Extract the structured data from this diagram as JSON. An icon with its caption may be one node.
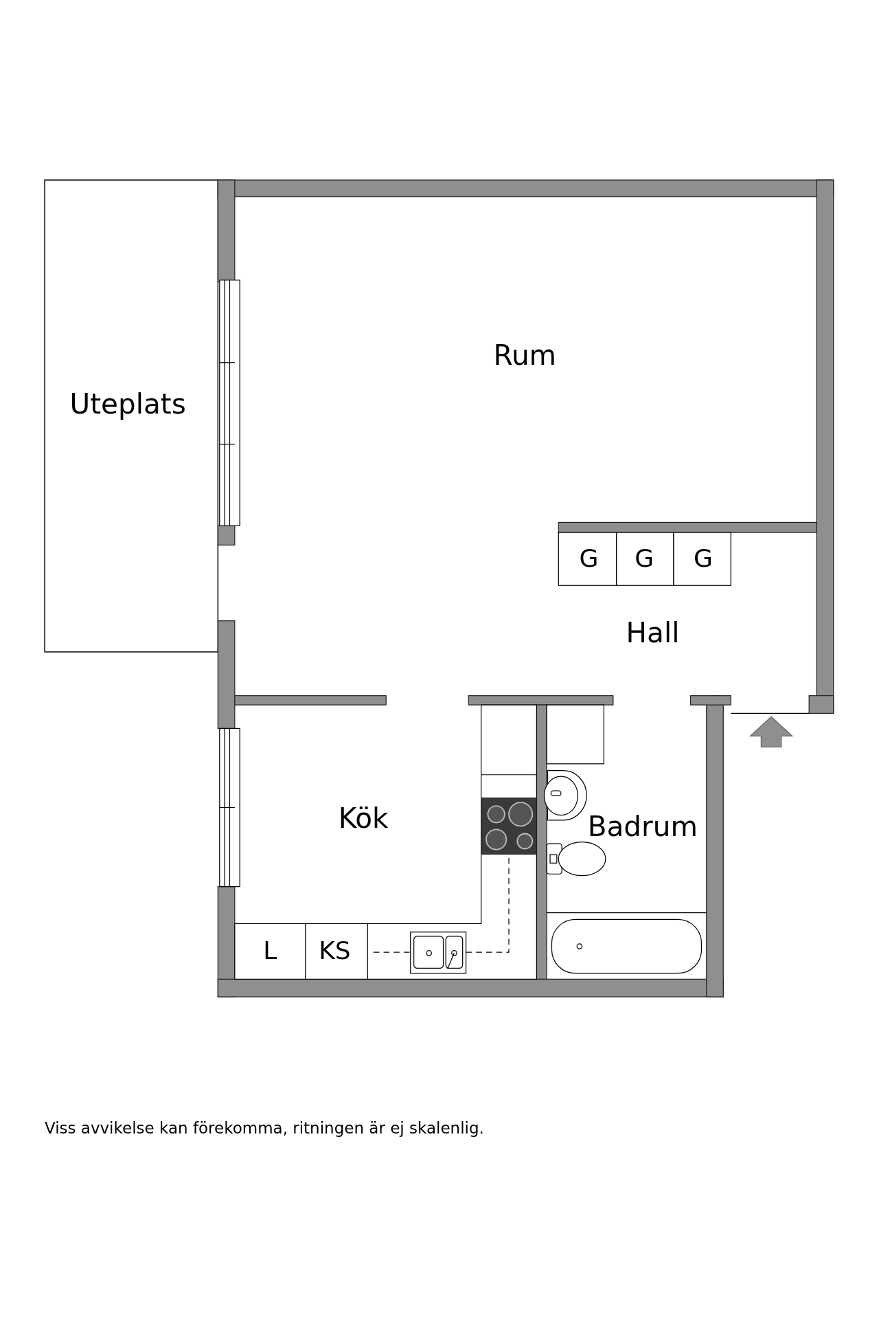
{
  "diagram": {
    "caption": "Viss avvikelse kan förekomma, ritningen är ej skalenlig.",
    "labels": [
      "Rum",
      "Uteplats",
      "G",
      "G",
      "G",
      "Hall",
      "Kök",
      "Badrum",
      "L",
      "KS"
    ]
  }
}
